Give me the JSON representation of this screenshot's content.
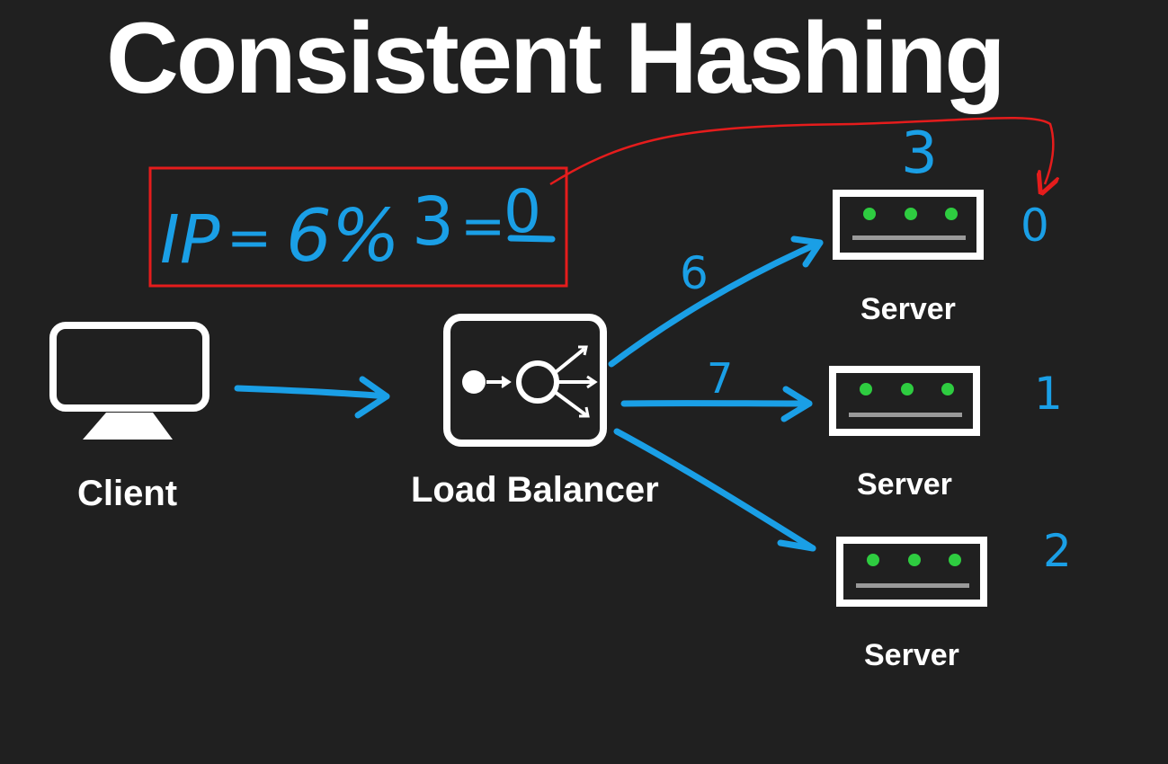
{
  "title": "Consistent Hashing",
  "formula": {
    "ip": "IP",
    "eq1": "=",
    "expr": "6%",
    "divisor": "3",
    "eq2": "=",
    "result": "0"
  },
  "server_count_note": "3",
  "client": {
    "label": "Client"
  },
  "load_balancer": {
    "label": "Load Balancer"
  },
  "servers": [
    {
      "label": "Server",
      "index": "0",
      "request": "6"
    },
    {
      "label": "Server",
      "index": "1",
      "request": "7"
    },
    {
      "label": "Server",
      "index": "2",
      "request": ""
    }
  ],
  "colors": {
    "background": "#202020",
    "ink_blue": "#1a9fe6",
    "highlight_red": "#e51c1c",
    "led_green": "#2ecc40",
    "text_white": "#ffffff"
  }
}
